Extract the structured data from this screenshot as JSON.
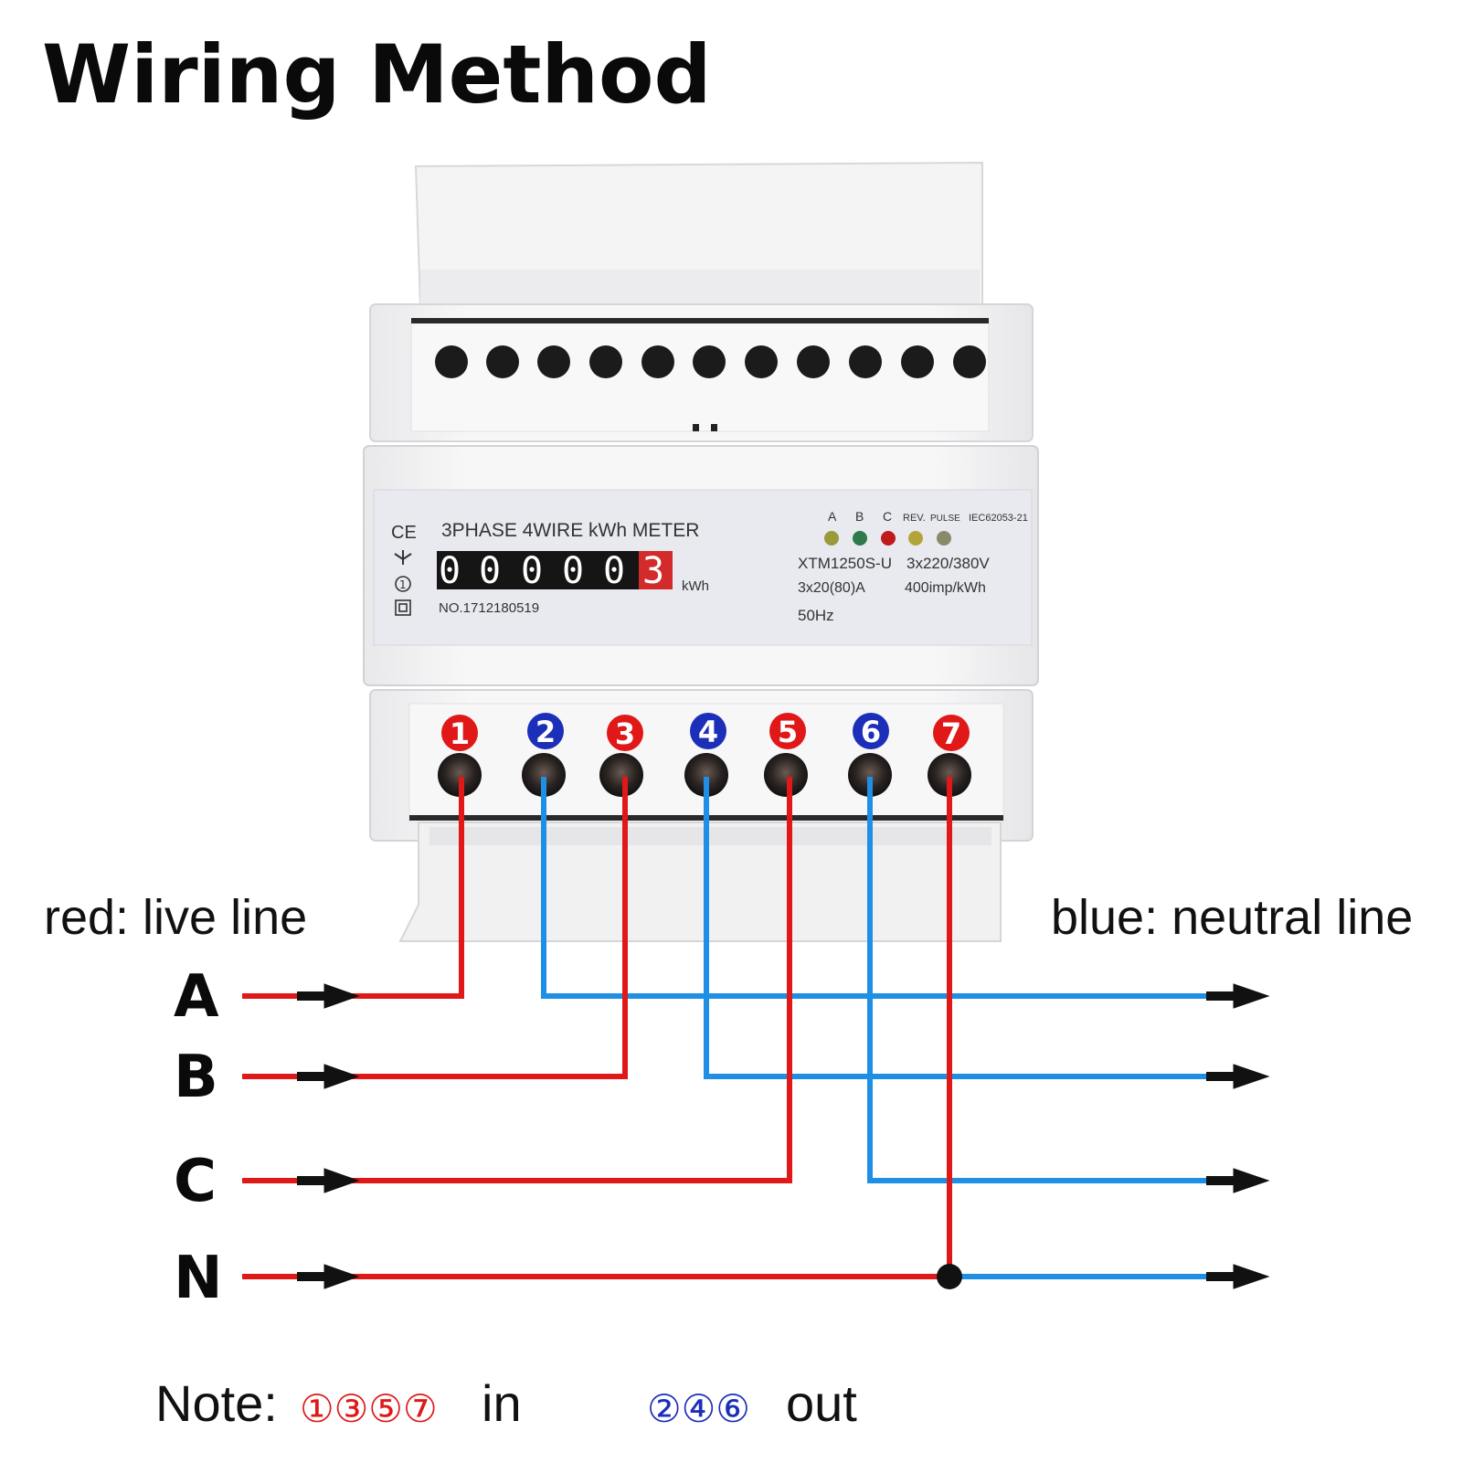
{
  "title": "Wiring Method",
  "legend": {
    "red": "red: live line",
    "blue": "blue: neutral line"
  },
  "colors": {
    "live": "#e01818",
    "neutral": "#1f8fe6",
    "in_badge": "#e01818",
    "out_badge": "#1c2fb8"
  },
  "meter": {
    "ce": "CE",
    "name": "3PHASE  4WIRE  kWh  METER",
    "digits": [
      "0",
      "0",
      "0",
      "0",
      "0"
    ],
    "red_digit": "3",
    "unit": "kWh",
    "serial": "NO.1712180519",
    "indicators": [
      "A",
      "B",
      "C",
      "REV.",
      "PULSE"
    ],
    "standard": "IEC62053-21",
    "model": "XTM1250S-U",
    "voltage": "3x220/380V",
    "current": "3x20(80)A",
    "constant": "400imp/kWh",
    "frequency": "50Hz",
    "class_mark": "1"
  },
  "terminals": [
    "1",
    "2",
    "3",
    "4",
    "5",
    "6",
    "7"
  ],
  "phases": [
    "A",
    "B",
    "C",
    "N"
  ],
  "note": {
    "label": "Note:",
    "in_marks": "①③⑤⑦",
    "in_text": "in",
    "out_marks": "②④⑥",
    "out_text": "out"
  }
}
